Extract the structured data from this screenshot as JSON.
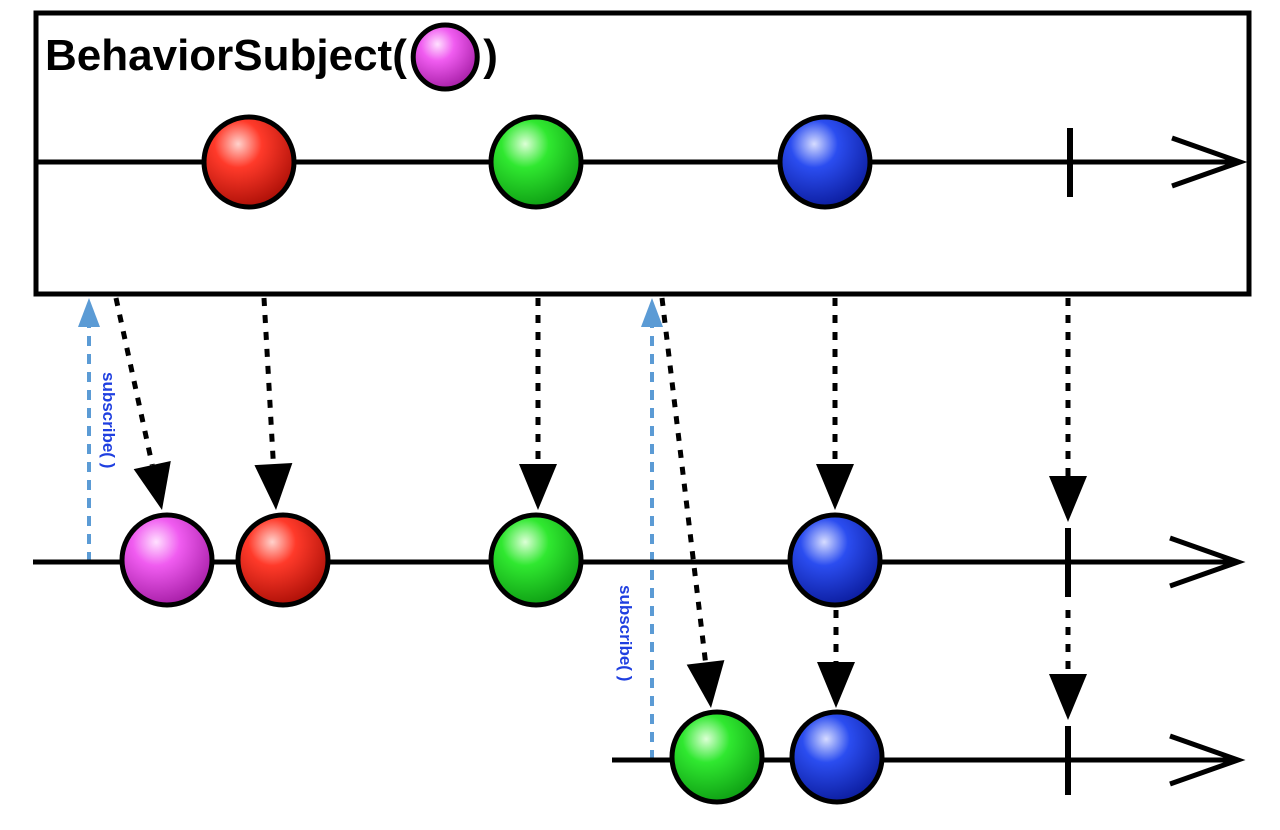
{
  "title": {
    "text_prefix": "BehaviorSubject(",
    "text_suffix": ")",
    "initial_marble": "magenta"
  },
  "subscribe_label": "subscribe( )",
  "colors": {
    "red": "#e8241a",
    "green": "#27d82a",
    "blue": "#1f3fe0",
    "magenta": "#e04fe0",
    "subscribe_arrow": "#5b9bd5",
    "subscribe_text": "#1f3fe0",
    "line": "#000000"
  },
  "marble_names": {
    "red": "red-marble",
    "green": "green-marble",
    "blue": "blue-marble",
    "magenta": "magenta-marble"
  },
  "source_timeline": {
    "label": "BehaviorSubject",
    "emissions": [
      "red",
      "green",
      "blue"
    ],
    "completes": true
  },
  "subscribers": [
    {
      "name": "subscriber-1",
      "received": [
        "magenta",
        "red",
        "green",
        "blue"
      ],
      "completes": true
    },
    {
      "name": "subscriber-2",
      "received": [
        "green",
        "blue"
      ],
      "completes": true
    }
  ]
}
